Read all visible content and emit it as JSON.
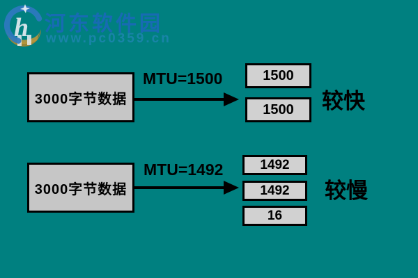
{
  "page": {
    "background_color": "#008080"
  },
  "watermark": {
    "site_name": "河东软件园",
    "site_url": "www.pc0359.cn",
    "logo_icon": "globe-h-star-logo",
    "name_color": "#1c67be",
    "url_color": "#1a84aa"
  },
  "diagram": {
    "border_color": "#000000",
    "arrow_color": "#000000",
    "source_box_fill": "#c6c6c6",
    "fragment_box_fill": "#d1d1d1",
    "rows": [
      {
        "source_label": "3000字节数据",
        "mtu_label": "MTU=1500",
        "fragments": [
          "1500",
          "1500"
        ],
        "speed_label": "较快"
      },
      {
        "source_label": "3000字节数据",
        "mtu_label": "MTU=1492",
        "fragments": [
          "1492",
          "1492",
          "16"
        ],
        "speed_label": "较慢"
      }
    ]
  }
}
